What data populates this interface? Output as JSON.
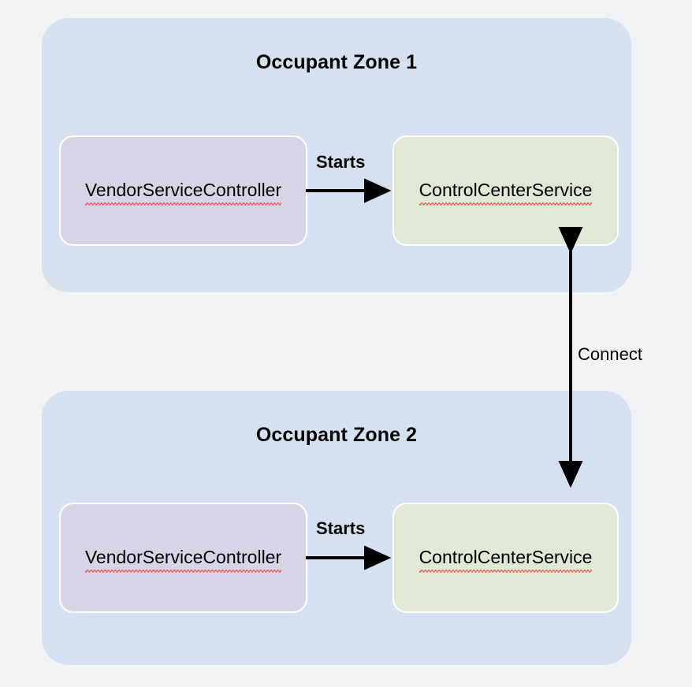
{
  "diagram": {
    "background_color": "#f1f2f4",
    "zone_color": "#d5e0f0",
    "node_purple_color": "#d9d3e8",
    "node_green_color": "#dfe9d5",
    "edge_color": "#000000",
    "spellcheck_underline_color": "#e8554a",
    "zones": [
      {
        "title": "Occupant Zone 1",
        "nodes": [
          {
            "label": "VendorServiceController",
            "color": "purple",
            "spellcheck_underline": true
          },
          {
            "label": "ControlCenterService",
            "color": "green",
            "spellcheck_underline": true
          }
        ],
        "edge": {
          "label": "Starts",
          "direction": "right",
          "bold": true
        }
      },
      {
        "title": "Occupant Zone 2",
        "nodes": [
          {
            "label": "VendorServiceController",
            "color": "purple",
            "spellcheck_underline": true
          },
          {
            "label": "ControlCenterService",
            "color": "green",
            "spellcheck_underline": true
          }
        ],
        "edge": {
          "label": "Starts",
          "direction": "right",
          "bold": true
        }
      }
    ],
    "cross_zone_edge": {
      "label": "Connect",
      "direction": "bidirectional",
      "bold": false
    }
  }
}
